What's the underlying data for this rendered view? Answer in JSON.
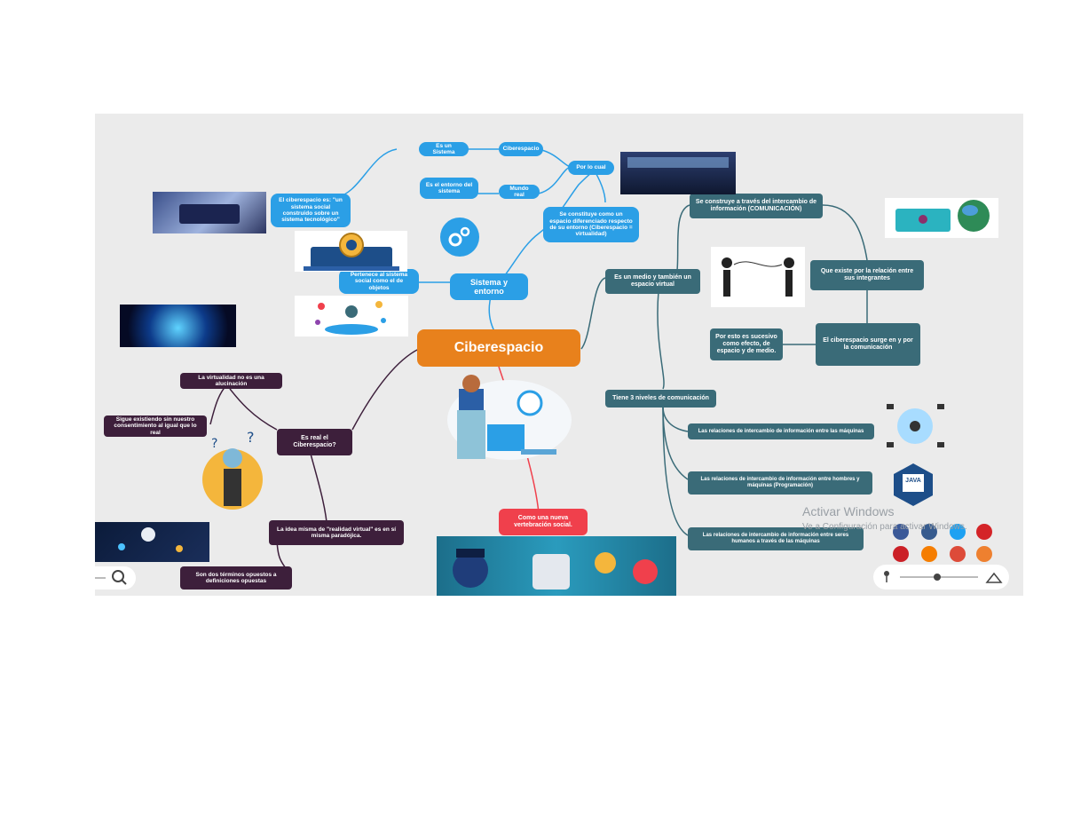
{
  "central": "Ciberespacio",
  "left_top": {
    "sistema": "Sistema y entorno",
    "es_un_sistema": "Es un Sistema",
    "ciberespacio": "Ciberespacio",
    "es_el_entorno": "Es el entorno del sistema",
    "mundo_real": "Mundo real",
    "por_lo_cual": "Por lo cual",
    "se_constituye": "Se constituye como un espacio diferenciado respecto de su entorno (Ciberespacio = virtualidad)",
    "sistema_social": "El ciberespacio es: \"un sistema social construido sobre un sistema tecnológico\"",
    "pertenece": "Pertenece al sistema social como el de objetos"
  },
  "right": {
    "medio": "Es un medio y también un espacio virtual",
    "construye": "Se construye a través del intercambio de información (COMUNICACIÓN)",
    "relacion": "Que existe por la relación entre sus integrantes",
    "surge": "El ciberespacio surge en y por la comunicación",
    "por_esto": "Por esto es sucesivo como efecto, de espacio y de medio.",
    "niveles": "Tiene 3 niveles de comunicación",
    "nivel1": "Las relaciones de intercambio de información entre las máquinas",
    "nivel2": "Las relaciones de intercambio de información entre hombres y máquinas (Programación)",
    "nivel3": "Las relaciones de intercambio de información entre seres humanos a través de las máquinas"
  },
  "left_bottom": {
    "es_real": "Es real el Ciberespacio?",
    "virtualidad": "La virtualidad no es una alucinación",
    "sigue": "Sigue existiendo sin nuestro consentimiento al igual que lo real",
    "idea": "La idea misma de \"realidad virtual\" es en sí misma paradójica.",
    "dos": "Son dos términos opuestos a definiciones opuestas"
  },
  "bottom": {
    "vertebracion": "Como una nueva vertebración social."
  },
  "colors": {
    "central": "#e8811c",
    "blue": "#2b9fe6",
    "teal": "#3a6b78",
    "plum": "#3d1f3b",
    "red": "#f0404c"
  },
  "watermark": {
    "line1": "Activar Windows",
    "line2": "Ve a Configuración para activar Windows."
  },
  "icons": [
    "zoom-in-icon",
    "gear-icon",
    "facebook-icon",
    "instagram-icon",
    "twitter-icon",
    "youtube-icon",
    "pinterest-icon",
    "blogger-icon",
    "google-plus-icon",
    "rss-icon",
    "person-icon",
    "mountain-icon"
  ],
  "java_label": "JAVA"
}
